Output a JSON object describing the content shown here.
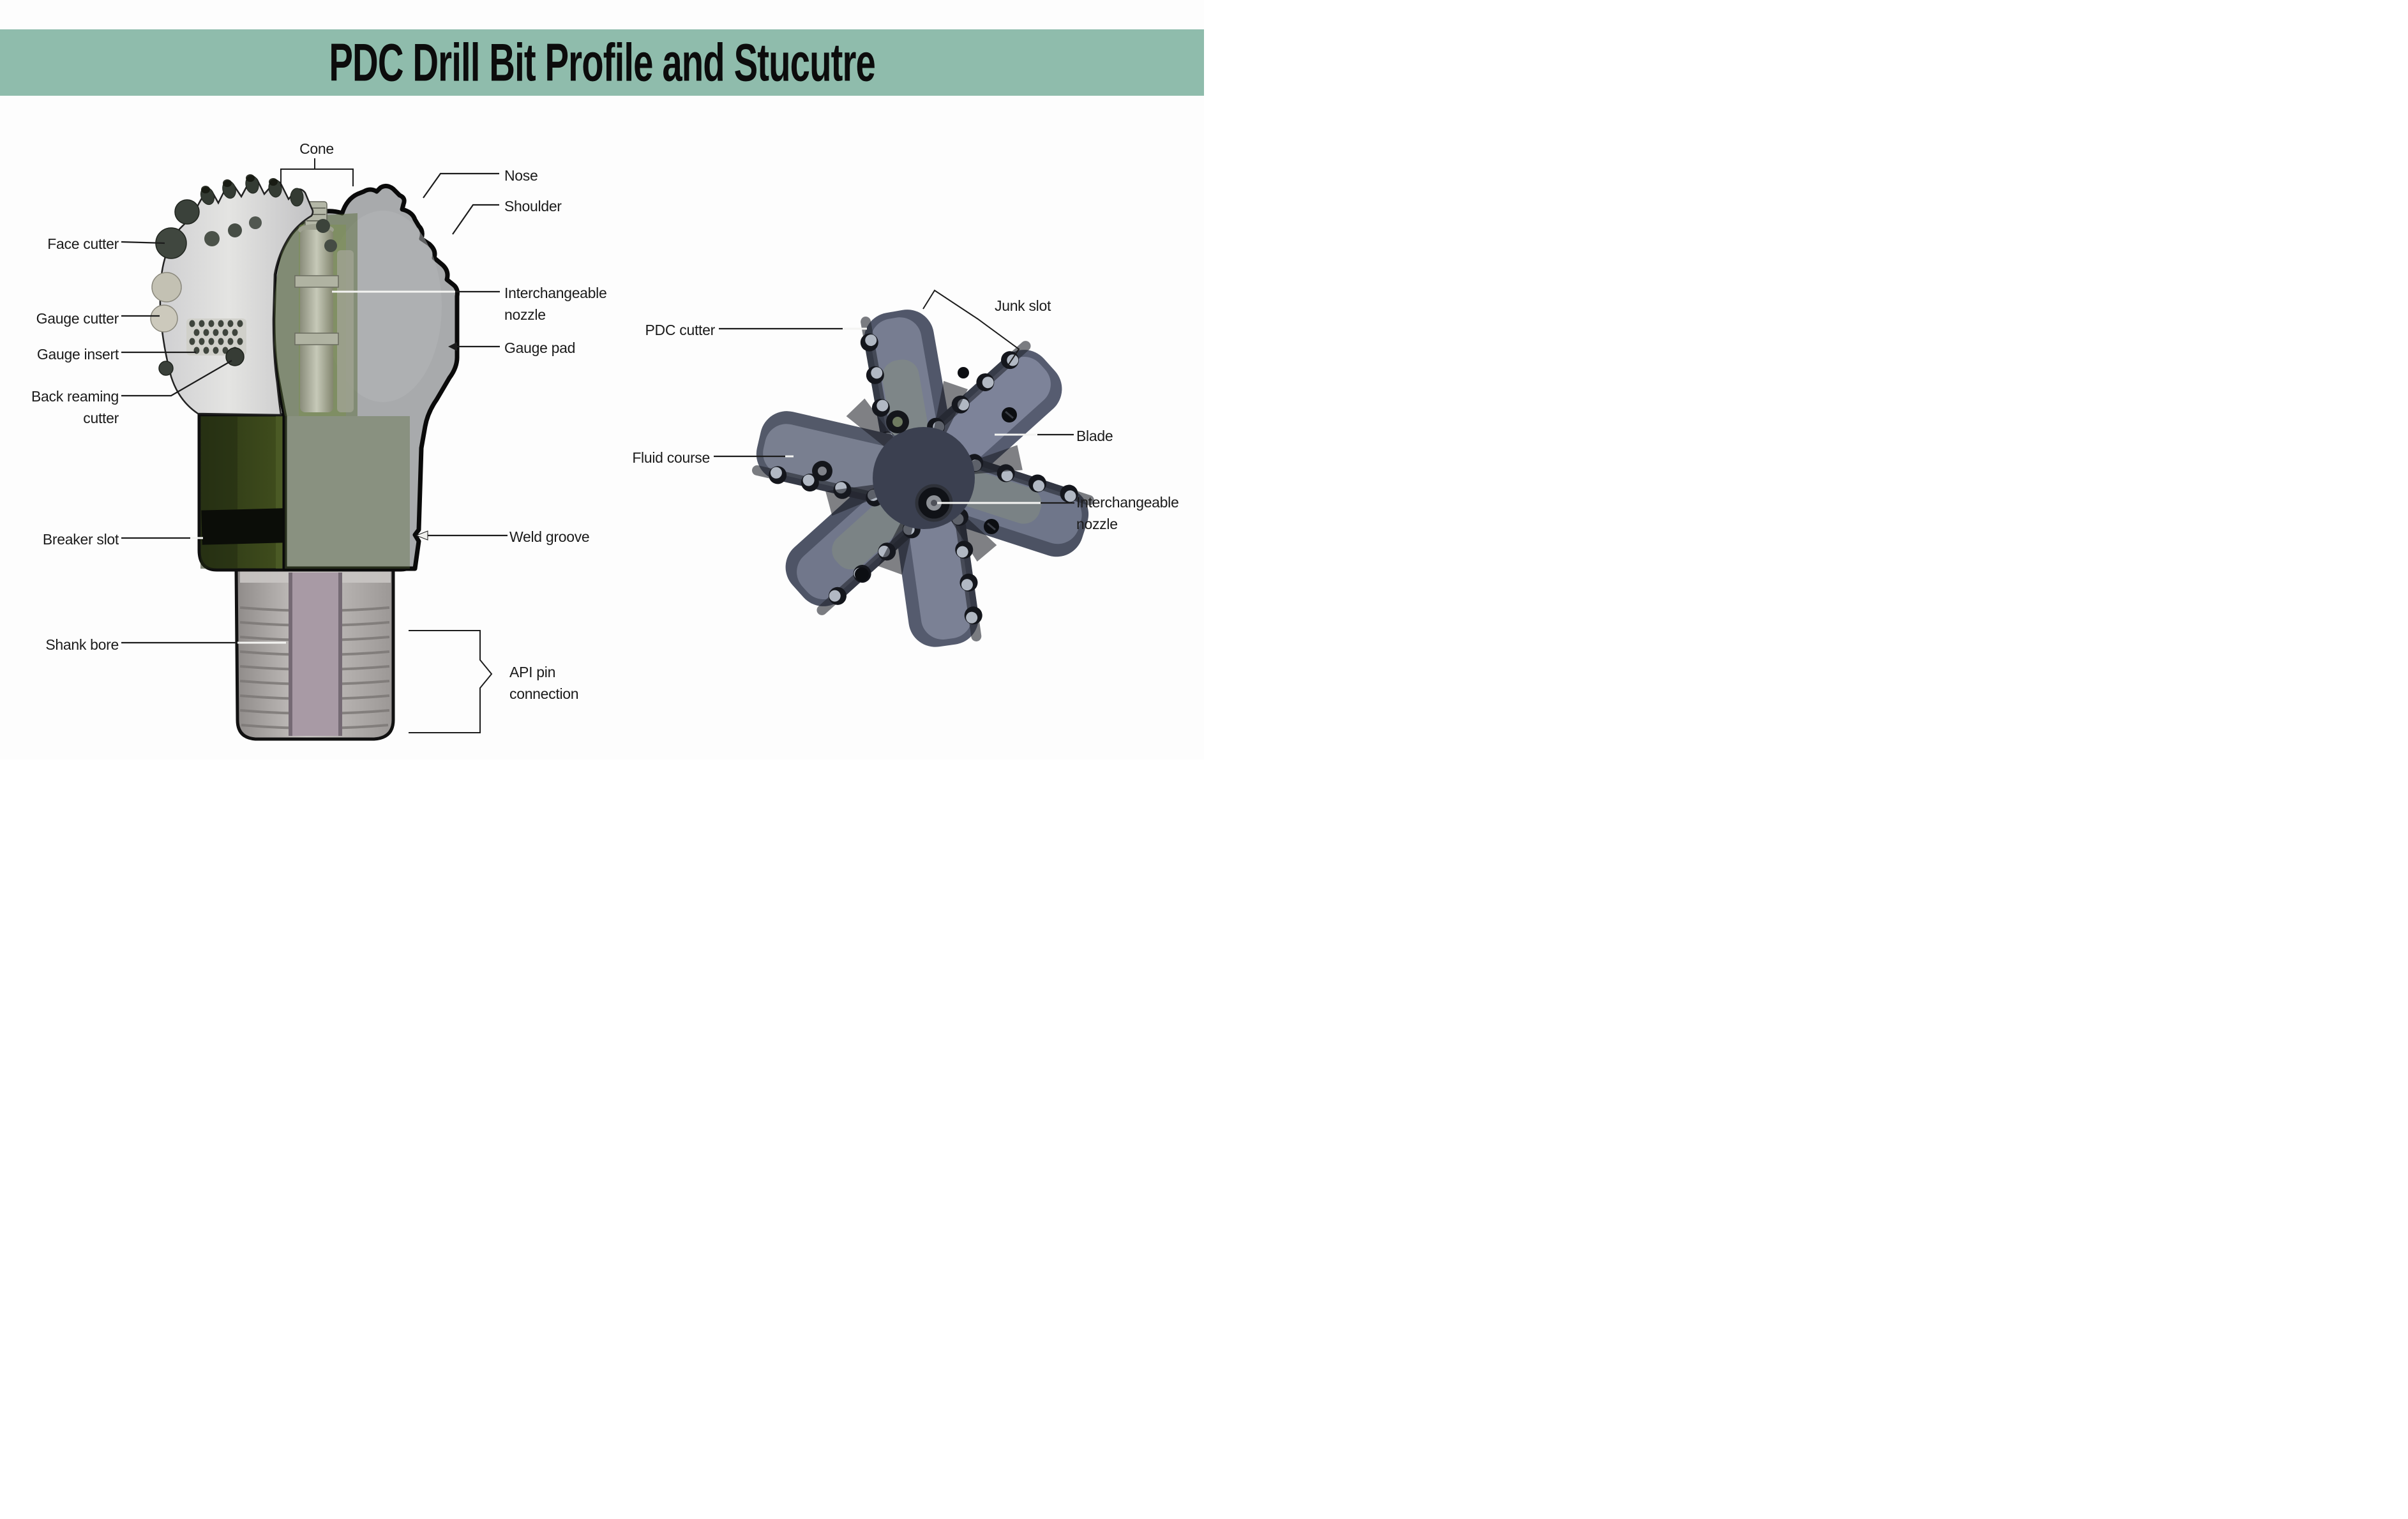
{
  "title": "PDC Drill Bit Profile and Stucutre",
  "colors": {
    "banner_green": "#8fbcac",
    "label_text": "#1b1b1b",
    "bit_body_olive": "#3a4520",
    "bit_section_gray": "#a8aaac",
    "bit_face_slate": "#51576a",
    "cutaway_green": "#5a6c3c"
  },
  "left_diagram": {
    "name": "profile-and-structure-side-view",
    "labels": {
      "cone": "Cone",
      "nose": "Nose",
      "shoulder": "Shoulder",
      "face_cutter": "Face cutter",
      "gauge_cutter": "Gauge cutter",
      "gauge_insert": "Gauge insert",
      "back_reaming_cutter": "Back reaming\ncutter",
      "interchangeable_nozzle": "Interchangeable\nnozzle",
      "gauge_pad": "Gauge pad",
      "breaker_slot": "Breaker slot",
      "weld_groove": "Weld groove",
      "shank_bore": "Shank bore",
      "api_pin_connection": "API pin\nconnection"
    }
  },
  "right_diagram": {
    "name": "bit-face-view",
    "labels": {
      "pdc_cutter": "PDC cutter",
      "junk_slot": "Junk slot",
      "fluid_course": "Fluid course",
      "blade": "Blade",
      "interchangeable_nozzle": "Interchangeable\nnozzle"
    }
  }
}
